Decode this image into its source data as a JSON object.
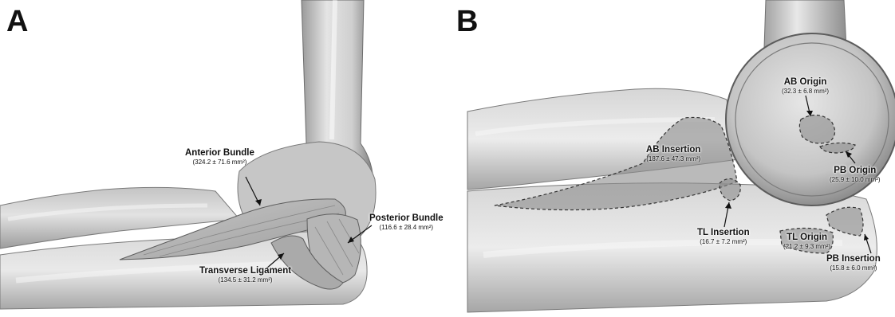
{
  "panels": [
    {
      "id": "A",
      "label": "A",
      "structures": [
        {
          "name": "Anterior Bundle",
          "value": "(324.2 ± 71.6 mm²)"
        },
        {
          "name": "Posterior Bundle",
          "value": "(116.6 ± 28.4 mm²)"
        },
        {
          "name": "Transverse Ligament",
          "value": "(134.5 ± 31.2 mm²)"
        }
      ]
    },
    {
      "id": "B",
      "label": "B",
      "structures": [
        {
          "name": "AB Origin",
          "value": "(32.3 ± 6.8 mm²)"
        },
        {
          "name": "AB Insertion",
          "value": "(187.6 ± 47.3 mm²)"
        },
        {
          "name": "PB Origin",
          "value": "(25.9 ± 10.0 mm²)"
        },
        {
          "name": "TL Insertion",
          "value": "(16.7 ± 7.2 mm²)"
        },
        {
          "name": "TL Origin",
          "value": "(21.2 ± 9.3 mm²)"
        },
        {
          "name": "PB Insertion",
          "value": "(15.8 ± 6.0 mm²)"
        }
      ]
    }
  ]
}
